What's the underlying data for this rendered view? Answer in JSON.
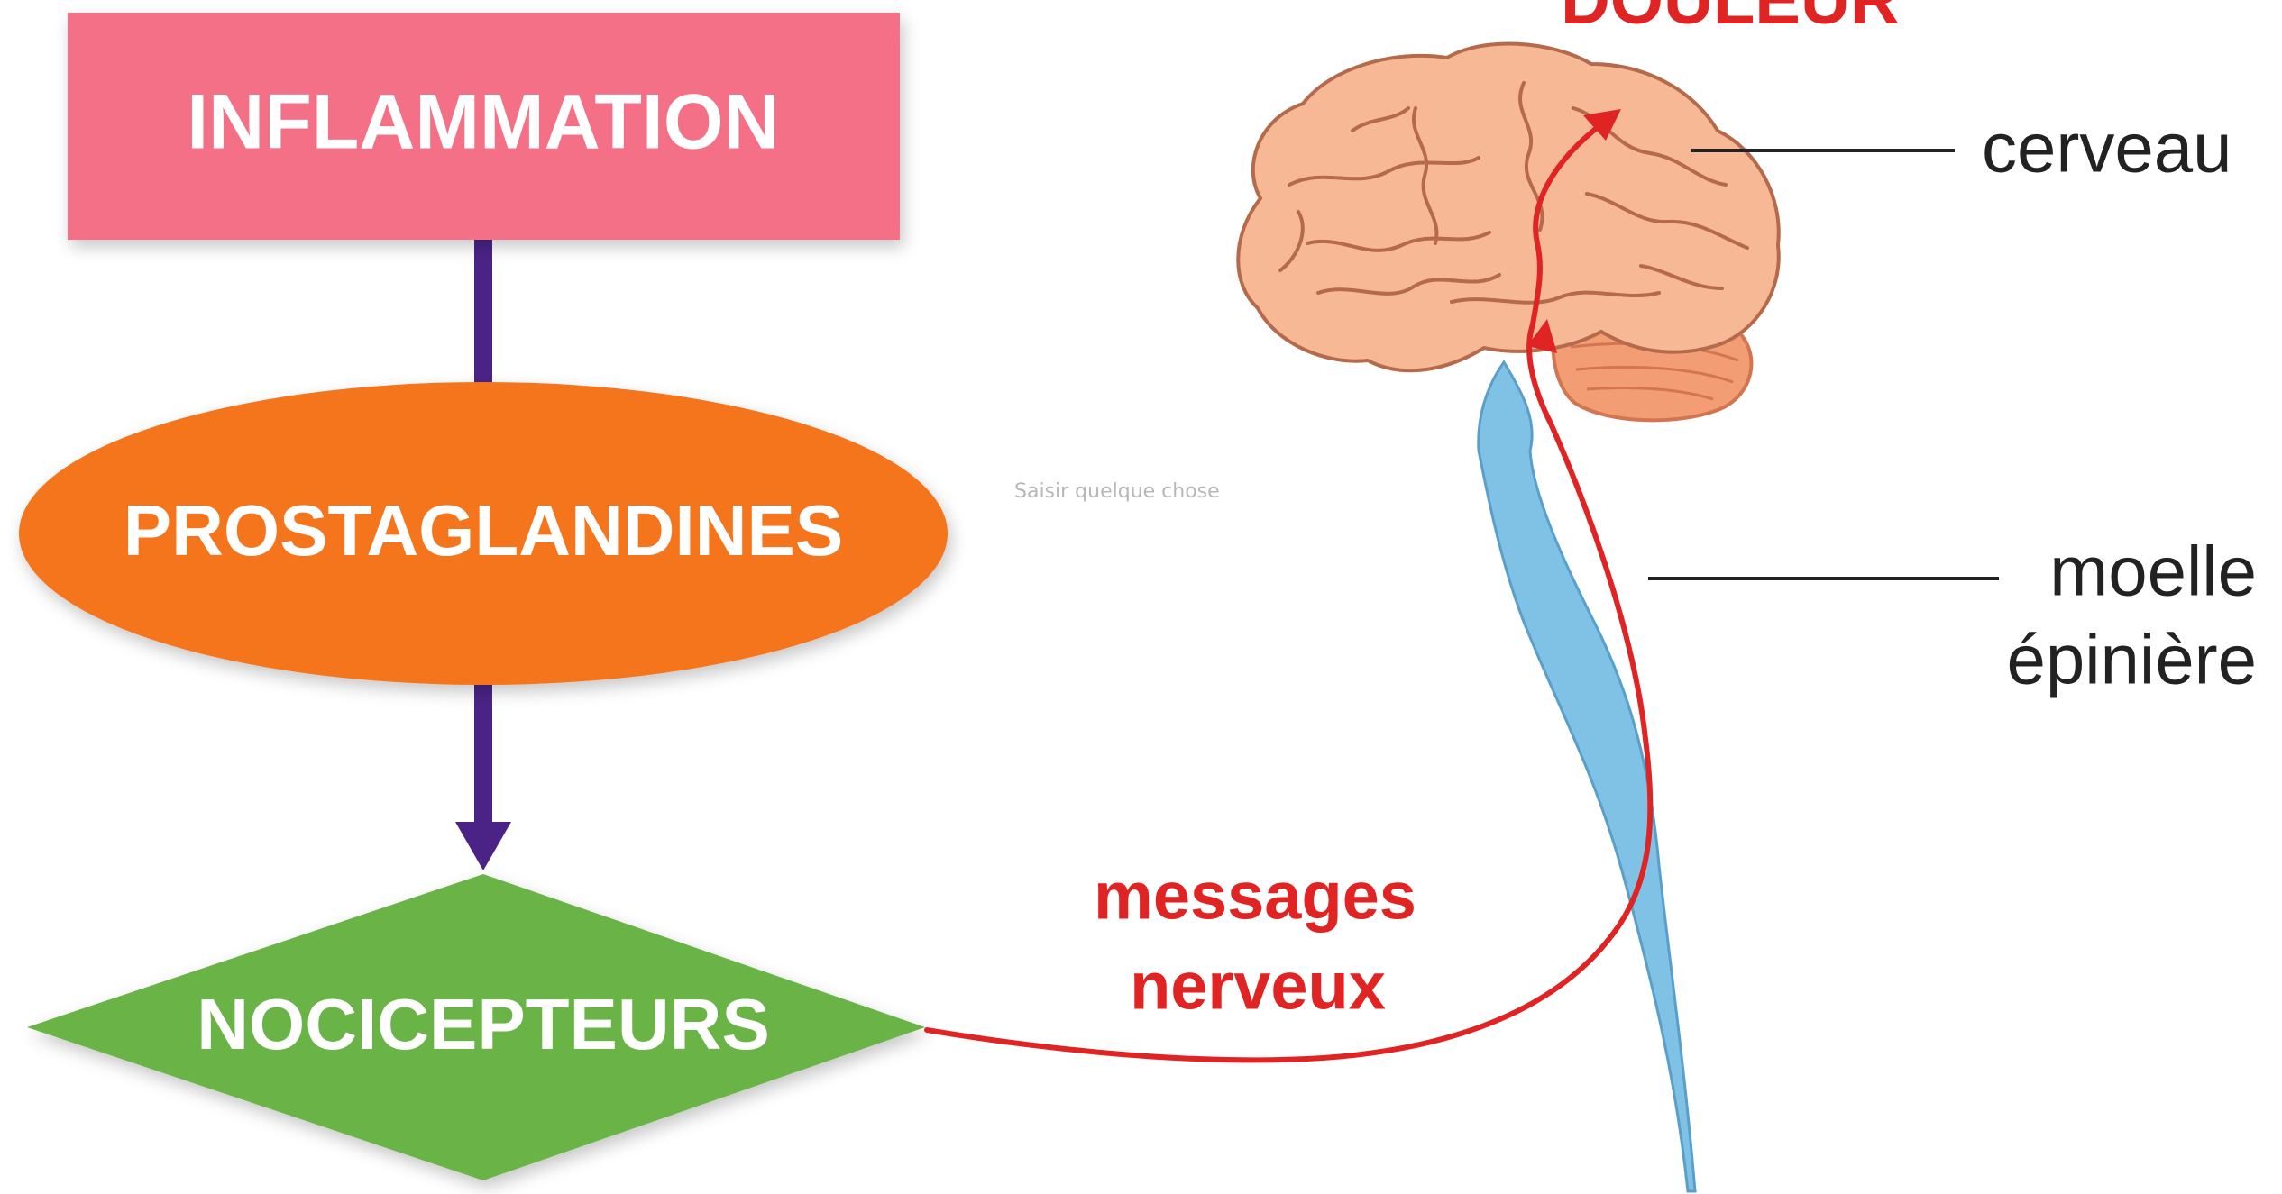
{
  "flow": {
    "inflammation": "INFLAMMATION",
    "prostaglandines": "PROSTAGLANDINES",
    "nocicepteurs": "NOCICEPTEURS"
  },
  "labels": {
    "douleur": "DOULEUR",
    "cerveau": "cerveau",
    "moelle_line1": "moelle",
    "moelle_line2": "épinière",
    "messages_line1": "messages",
    "messages_line2": "nerveux"
  },
  "input": {
    "placeholder": "Saisir quelque chose"
  },
  "colors": {
    "inflammation_box": "#f46f86",
    "prostaglandines_ellipse": "#f4741f",
    "nocicepteurs_diamond": "#6ab446",
    "arrow": "#4b2387",
    "nerve_message": "#e02323",
    "spinal_cord": "#7fc2e6",
    "brain": "#f7b896"
  }
}
